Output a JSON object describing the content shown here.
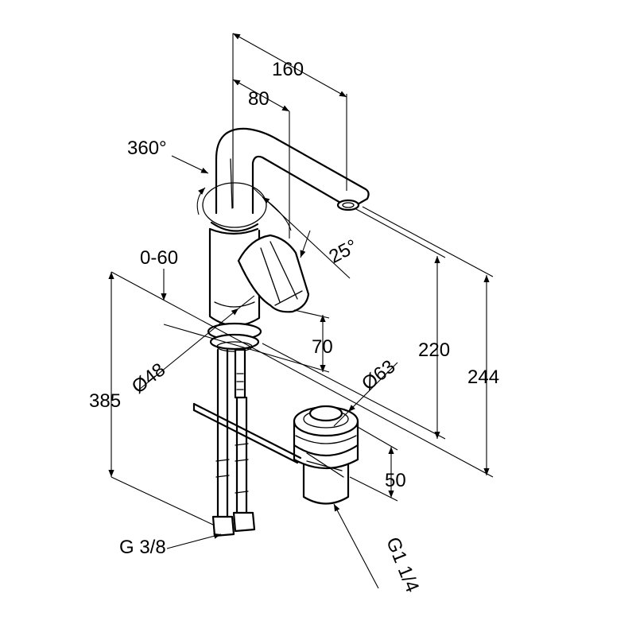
{
  "dimensions": {
    "d160": "160",
    "d80": "80",
    "d360": "360°",
    "d25": "25°",
    "d0_60": "0-60",
    "d220": "220",
    "d244": "244",
    "d70": "70",
    "d48": "Ø48",
    "d63": "Ø63",
    "d385": "385",
    "d50": "50",
    "g38": "G 3/8",
    "g114": "G1 1/4"
  }
}
